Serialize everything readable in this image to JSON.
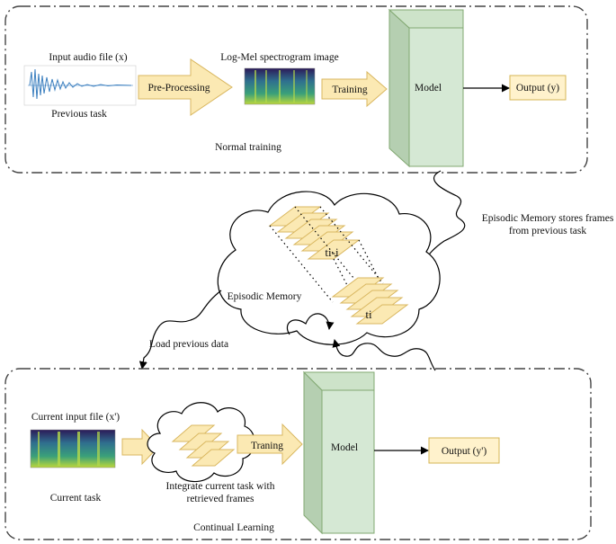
{
  "top_panel": {
    "input_label": "Input audio file (x)",
    "input_sublabel": "Previous task",
    "arrow_preprocess": "Pre-Processing",
    "spectrogram_label": "Log-Mel spectrogram image",
    "arrow_training": "Training",
    "model_label": "Model",
    "output_label": "Output (y)",
    "caption": "Normal training"
  },
  "memory": {
    "store_note_line1": "Episodic Memory stores frames",
    "store_note_line2": "from previous task",
    "cloud_label": "Episodic Memory",
    "frame_label_prev": "ti-i",
    "frame_label_curr": "ti",
    "load_label": "Load previous data"
  },
  "bottom_panel": {
    "input_label": "Current input file (x')",
    "input_sublabel": "Current task",
    "integrate_line1": "Integrate current task with",
    "integrate_line2": "retrieved frames",
    "arrow_training": "Traning",
    "model_label": "Model",
    "output_label": "Output (y')",
    "caption": "Continual Learning"
  },
  "colors": {
    "arrow_fill": "#fbe9b3",
    "arrow_stroke": "#d9b760",
    "model_front": "#d5e8d4",
    "model_side": "#b5cfb1",
    "model_stroke": "#82a872",
    "output_fill": "#fff2cc",
    "output_stroke": "#d6b656",
    "frame_fill": "#fbe9b3",
    "frame_stroke": "#d9b760",
    "panel_border": "#444444",
    "waveform": "#3b7fbf",
    "spectrogram_bg": "#2e1d5c"
  }
}
